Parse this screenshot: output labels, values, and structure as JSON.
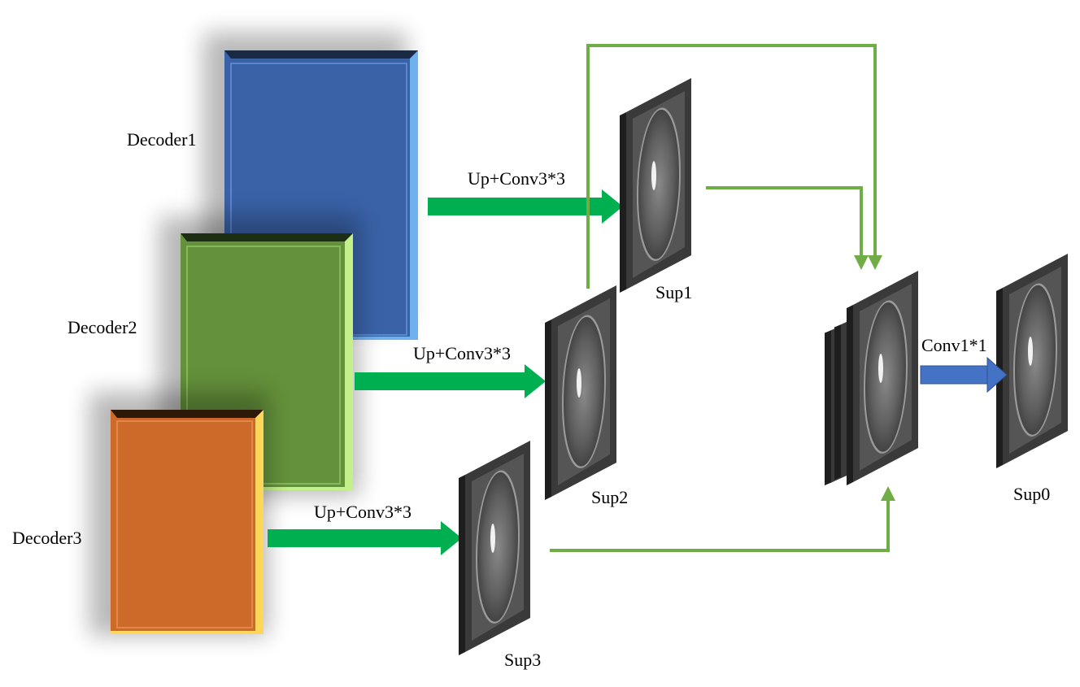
{
  "decoders": {
    "decoder1": {
      "label": "Decoder1",
      "color": "#3a62a7"
    },
    "decoder2": {
      "label": "Decoder2",
      "color": "#64913b"
    },
    "decoder3": {
      "label": "Decoder3",
      "color": "#cd6a2a"
    }
  },
  "ops": {
    "up1": "Up+Conv3*3",
    "up2": "Up+Conv3*3",
    "up3": "Up+Conv3*3",
    "conv": "Conv1*1"
  },
  "outputs": {
    "sup1": "Sup1",
    "sup2": "Sup2",
    "sup3": "Sup3",
    "sup0": "Sup0"
  },
  "colors": {
    "thick_arrow": "#00b050",
    "thin_arrow": "#70ad47",
    "conv_arrow": "#4472c4",
    "frame": "#3c3c3c"
  }
}
